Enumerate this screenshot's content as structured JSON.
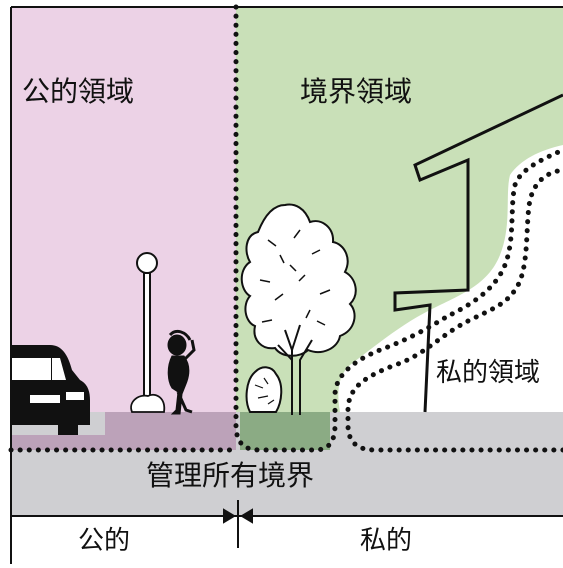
{
  "zones": {
    "public": "公的領域",
    "boundary": "境界領域",
    "private": "私的領域"
  },
  "ownership_boundary_label": "管理所有境界",
  "ownership": {
    "public": "公的",
    "private": "私的"
  },
  "colors": {
    "public_zone": "#ecd2e6",
    "boundary_zone": "#c9e0b8",
    "ground": "#cfcfd2",
    "public_ground_overlay": "#b89ab5",
    "boundary_ground_overlay": "#7fa577",
    "outline": "#111111"
  },
  "icons": [
    "car-icon",
    "street-lamp-icon",
    "person-icon",
    "shrub-icon",
    "tree-icon",
    "house-icon"
  ]
}
